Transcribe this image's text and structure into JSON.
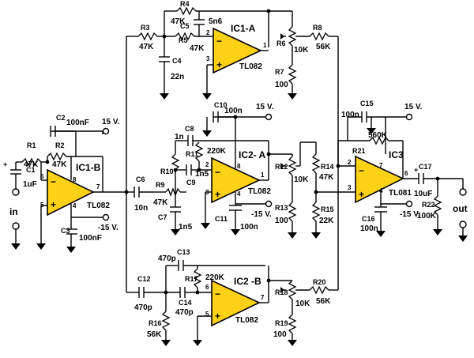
{
  "ic1b": {
    "name": "IC1-B",
    "type": "TL082",
    "pins": {
      "inv": "6",
      "noninv": "5",
      "out": "7",
      "vp": "8",
      "vn": "4"
    }
  },
  "ic1a": {
    "name": "IC1-A",
    "type": "TL082",
    "pins": {
      "inv": "2",
      "noninv": "3",
      "out": "1"
    }
  },
  "ic2a": {
    "name": "IC2- A",
    "type": "TL082",
    "pins": {
      "inv": "2",
      "noninv": "3",
      "out": "1",
      "vp": "8",
      "vn": "4"
    }
  },
  "ic2b": {
    "name": "IC2 -B",
    "type": "TL082",
    "pins": {
      "inv": "6",
      "noninv": "5",
      "out": "7"
    }
  },
  "ic3": {
    "name": "IC3",
    "type": "TL081",
    "pins": {
      "inv": "2",
      "noninv": "3",
      "out": "6",
      "vp": "7",
      "vn": "4"
    }
  },
  "r1": {
    "ref": "R1",
    "val": "47K"
  },
  "r2": {
    "ref": "R2",
    "val": "47K"
  },
  "r3": {
    "ref": "R3",
    "val": "47K"
  },
  "r4": {
    "ref": "R4",
    "val": "47K"
  },
  "r5": {
    "ref": "R5",
    "val": "47K"
  },
  "r6": {
    "ref": "R6",
    "val": "10K"
  },
  "r7": {
    "ref": "R7",
    "val": "100"
  },
  "r8": {
    "ref": "R8",
    "val": "56K"
  },
  "r9": {
    "ref": "R9",
    "val": "47K"
  },
  "r10": {
    "ref": "R10",
    "val": ""
  },
  "r11": {
    "ref": "R11",
    "val": "220K"
  },
  "r12": {
    "ref": "R12",
    "val": "10K"
  },
  "r13": {
    "ref": "R13",
    "val": "100"
  },
  "r14": {
    "ref": "R14",
    "val": "47K"
  },
  "r15": {
    "ref": "R15",
    "val": "22K"
  },
  "r16": {
    "ref": "R16",
    "val": "56K"
  },
  "r17": {
    "ref": "R17",
    "val": "220K"
  },
  "r18": {
    "ref": "R18",
    "val": "10K"
  },
  "r19": {
    "ref": "R19",
    "val": "100"
  },
  "r20": {
    "ref": "R20",
    "val": "56K"
  },
  "r21": {
    "ref": "R21",
    "val": "560K"
  },
  "r22": {
    "ref": "R22",
    "val": "100K"
  },
  "c1": {
    "ref": "C1",
    "val": "1uF"
  },
  "c2": {
    "ref": "C2",
    "val": "100nF"
  },
  "c3": {
    "ref": "C3",
    "val": "100nF"
  },
  "c4": {
    "ref": "C4",
    "val": "22n"
  },
  "c5": {
    "ref": "C5",
    "val": "5n6"
  },
  "c6": {
    "ref": "C6",
    "val": "10n"
  },
  "c7": {
    "ref": "C7",
    "val": "1n5"
  },
  "c8": {
    "ref": "C8",
    "val": "1n"
  },
  "c9": {
    "ref": "C9",
    "val": "1n5"
  },
  "c10": {
    "ref": "C10",
    "val": "100n"
  },
  "c11": {
    "ref": "C11",
    "val": "100n"
  },
  "c12": {
    "ref": "C12",
    "val": "470p"
  },
  "c13": {
    "ref": "C13",
    "val": "470p"
  },
  "c14": {
    "ref": "C14",
    "val": "470p"
  },
  "c15": {
    "ref": "C15",
    "val": "100n"
  },
  "c16": {
    "ref": "C16",
    "val": "100n"
  },
  "c17": {
    "ref": "C17",
    "val": "10uF"
  },
  "supply": {
    "pos": "15 V.",
    "neg": "-15 V."
  },
  "terminals": {
    "in": "in",
    "out": "out"
  },
  "colors": {
    "opamp_fill": "#fcd116",
    "wire": "#000000",
    "background": "#ffffff"
  }
}
